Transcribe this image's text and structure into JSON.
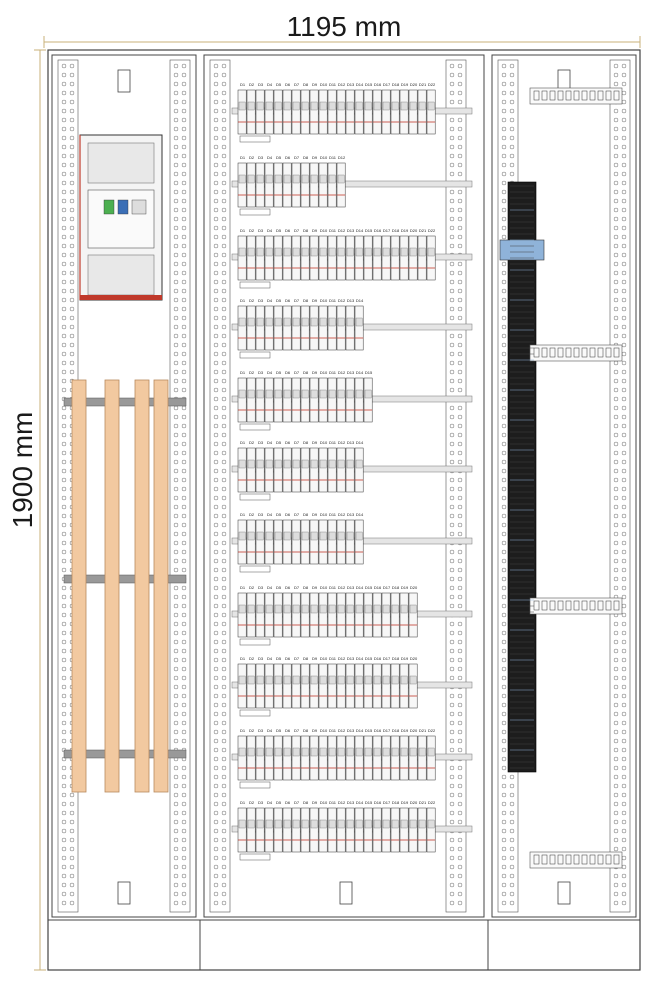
{
  "dimensions": {
    "width_label": "1195 mm",
    "height_label": "1900 mm"
  },
  "colors": {
    "frame": "#444444",
    "busbar": "#f2c9a0",
    "busbar_edge": "#b88a5e",
    "dimension_line": "#c8b27a",
    "module_red": "#c0392b",
    "terminal_dark": "#1d1d1d",
    "terminal_blue": "#8fb3d9"
  },
  "panels": [
    {
      "id": "incomer-column",
      "rails": 0
    },
    {
      "id": "distribution-column",
      "rails": 11
    },
    {
      "id": "terminal-column",
      "rails": 4
    }
  ],
  "rows": [
    {
      "modules": 22,
      "labels": [
        "D1",
        "D2",
        "D3",
        "D4",
        "D5",
        "D6",
        "D7",
        "D8",
        "D9",
        "D10",
        "D11",
        "D12",
        "D13",
        "D14",
        "D15",
        "D16",
        "D17",
        "D18",
        "D19",
        "D20",
        "D21",
        "D22"
      ]
    },
    {
      "modules": 12,
      "labels": [
        "D1",
        "D2",
        "D3",
        "D4",
        "D5",
        "D6",
        "D7",
        "D8",
        "D9",
        "D10",
        "D11",
        "D12"
      ]
    },
    {
      "modules": 22,
      "labels": [
        "D1",
        "D2",
        "D3",
        "D4",
        "D5",
        "D6",
        "D7",
        "D8",
        "D9",
        "D10",
        "D11",
        "D12",
        "D13",
        "D14",
        "D15",
        "D16",
        "D17",
        "D18",
        "D19",
        "D20",
        "D21",
        "D22"
      ]
    },
    {
      "modules": 14,
      "labels": [
        "D1",
        "D2",
        "D3",
        "D4",
        "D5",
        "D6",
        "D7",
        "D8",
        "D9",
        "D10",
        "D11",
        "D12",
        "D13",
        "D14"
      ]
    },
    {
      "modules": 15,
      "labels": [
        "D1",
        "D2",
        "D3",
        "D4",
        "D5",
        "D6",
        "D7",
        "D8",
        "D9",
        "D10",
        "D11",
        "D12",
        "D13",
        "D14",
        "D15"
      ]
    },
    {
      "modules": 14,
      "labels": [
        "D1",
        "D2",
        "D3",
        "D4",
        "D5",
        "D6",
        "D7",
        "D8",
        "D9",
        "D10",
        "D11",
        "D12",
        "D13",
        "D14"
      ]
    },
    {
      "modules": 14,
      "labels": [
        "D1",
        "D2",
        "D3",
        "D4",
        "D5",
        "D6",
        "D7",
        "D8",
        "D9",
        "D10",
        "D11",
        "D12",
        "D13",
        "D14"
      ]
    },
    {
      "modules": 20,
      "labels": [
        "D1",
        "D2",
        "D3",
        "D4",
        "D5",
        "D6",
        "D7",
        "D8",
        "D9",
        "D10",
        "D11",
        "D12",
        "D13",
        "D14",
        "D15",
        "D16",
        "D17",
        "D18",
        "D19",
        "D20"
      ]
    },
    {
      "modules": 20,
      "labels": [
        "D1",
        "D2",
        "D3",
        "D4",
        "D5",
        "D6",
        "D7",
        "D8",
        "D9",
        "D10",
        "D11",
        "D12",
        "D13",
        "D14",
        "D15",
        "D16",
        "D17",
        "D18",
        "D19",
        "D20"
      ]
    },
    {
      "modules": 22,
      "labels": [
        "D1",
        "D2",
        "D3",
        "D4",
        "D5",
        "D6",
        "D7",
        "D8",
        "D9",
        "D10",
        "D11",
        "D12",
        "D13",
        "D14",
        "D15",
        "D16",
        "D17",
        "D18",
        "D19",
        "D20",
        "D21",
        "D22"
      ]
    },
    {
      "modules": 22,
      "labels": [
        "D1",
        "D2",
        "D3",
        "D4",
        "D5",
        "D6",
        "D7",
        "D8",
        "D9",
        "D10",
        "D11",
        "D12",
        "D13",
        "D14",
        "D15",
        "D16",
        "D17",
        "D18",
        "D19",
        "D20",
        "D21",
        "D22"
      ]
    }
  ]
}
